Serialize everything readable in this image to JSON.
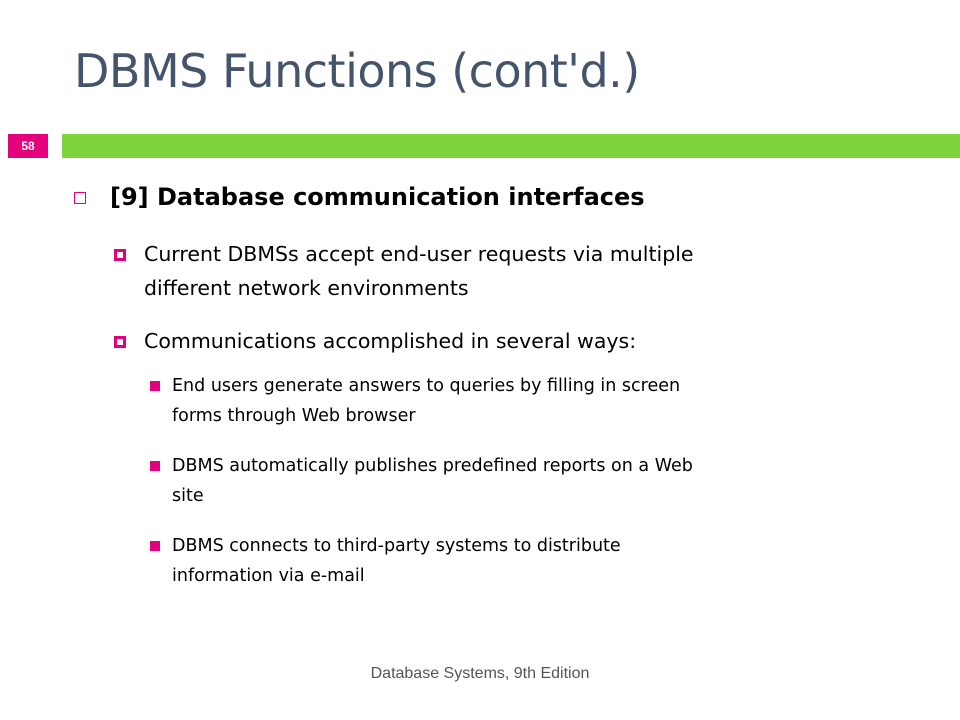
{
  "slide": {
    "title": "DBMS Functions (cont'd.)",
    "number": "58",
    "footer": "Database Systems, 9th Edition",
    "colors": {
      "title": "#44546a",
      "accent_bar": "#7ed43c",
      "slide_number_bg": "#e4007c",
      "bullets": "#e4007c"
    }
  },
  "content": {
    "heading": "[9] Database communication interfaces",
    "level2": [
      {
        "line1": "Current DBMSs accept end-user requests via multiple",
        "line2": "different network environments"
      },
      {
        "line1": "Communications accomplished in several ways:"
      }
    ],
    "level3": [
      {
        "line1": "End users generate answers to queries by filling in screen",
        "line2": "forms through Web browser"
      },
      {
        "line1": "DBMS automatically publishes predefined reports on a Web",
        "line2": "site"
      },
      {
        "line1": "DBMS connects to third-party systems to distribute",
        "line2": "information via e-mail"
      }
    ]
  }
}
